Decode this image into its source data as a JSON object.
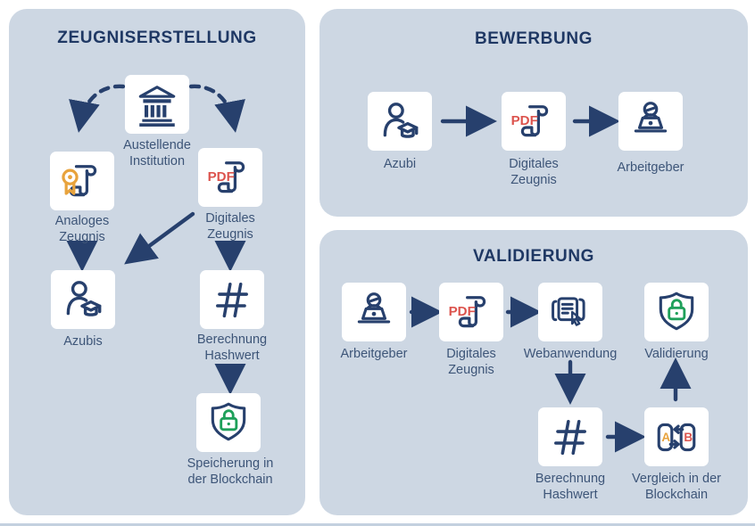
{
  "colors": {
    "panel_bg": "#CDD7E3",
    "node_bg": "#FFFFFF",
    "navy": "#27406D",
    "title_text": "#1F3864",
    "label_text": "#3D5578",
    "accent_orange": "#E8A33D",
    "accent_red": "#DC544E",
    "accent_green": "#1FA05A"
  },
  "icons": {
    "pdf_label": "PDF",
    "compare_a": "A",
    "compare_b": "B"
  },
  "panels": [
    {
      "title": "ZEUGNISERSTELLUNG",
      "nodes": [
        {
          "label": "Austellende Institution",
          "icon": "bank-icon"
        },
        {
          "label": "Analoges Zeugnis",
          "icon": "certificate-ribbon-icon"
        },
        {
          "label": "Digitales Zeugnis",
          "icon": "pdf-document-icon"
        },
        {
          "label": "Azubis",
          "icon": "graduate-person-icon"
        },
        {
          "label": "Berechnung Hashwert",
          "icon": "hash-icon"
        },
        {
          "label": "Speicherung in der Blockchain",
          "icon": "shield-lock-icon"
        }
      ]
    },
    {
      "title": "BEWERBUNG",
      "nodes": [
        {
          "label": "Azubi",
          "icon": "graduate-person-icon"
        },
        {
          "label": "Digitales Zeugnis",
          "icon": "pdf-document-icon"
        },
        {
          "label": "Arbeitgeber",
          "icon": "laptop-person-icon"
        }
      ]
    },
    {
      "title": "VALIDIERUNG",
      "nodes": [
        {
          "label": "Arbeitgeber",
          "icon": "laptop-person-icon"
        },
        {
          "label": "Digitales Zeugnis",
          "icon": "pdf-document-icon"
        },
        {
          "label": "Webanwendung",
          "icon": "web-app-icon"
        },
        {
          "label": "Validierung",
          "icon": "shield-lock-icon"
        },
        {
          "label": "Berechnung Hashwert",
          "icon": "hash-icon"
        },
        {
          "label": "Vergleich in der Blockchain",
          "icon": "compare-ab-icon"
        }
      ]
    }
  ]
}
